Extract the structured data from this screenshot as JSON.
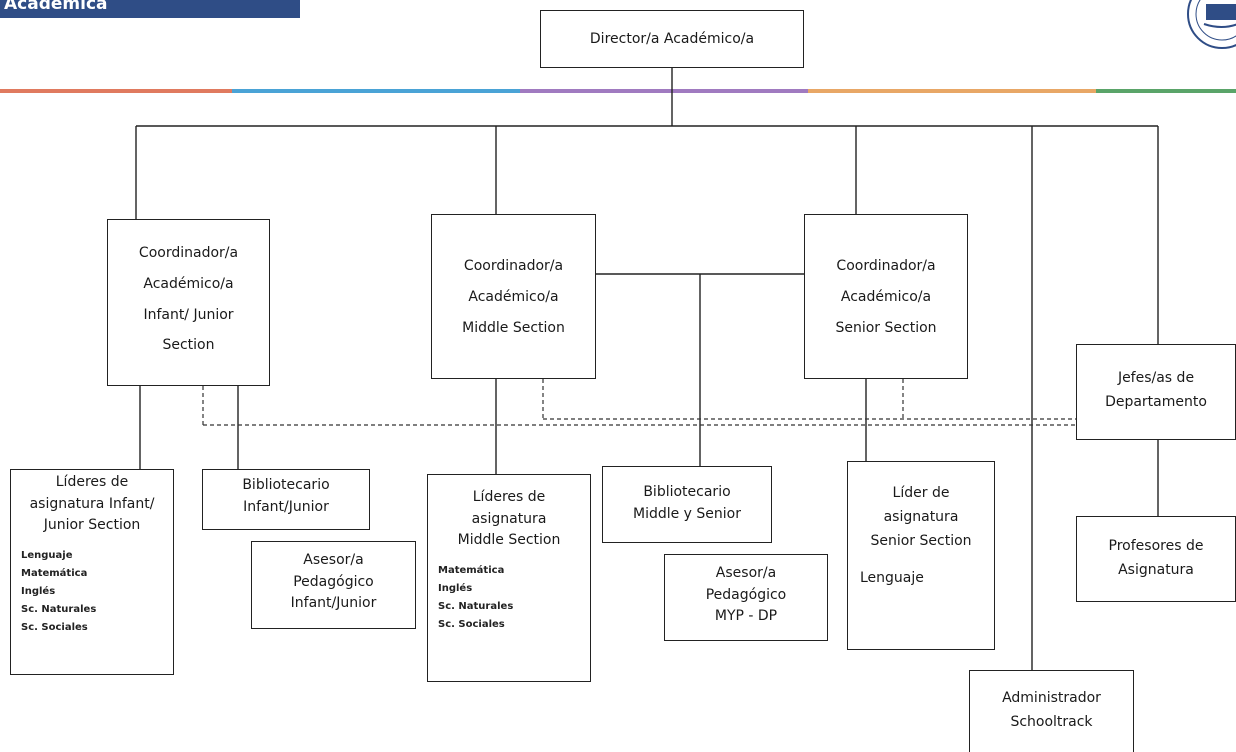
{
  "header": {
    "title": "Académica"
  },
  "colors": {
    "header_bg": "#2f4d86",
    "stripes": [
      "#e07a5f",
      "#4aa3d6",
      "#a07ac0",
      "#e8a766",
      "#5aa469"
    ]
  },
  "boxes": {
    "director": "Director/a Académico/a",
    "coord_infant": [
      "Coordinador/a",
      "Académico/a",
      "Infant/ Junior",
      "Section"
    ],
    "coord_middle": [
      "Coordinador/a",
      "Académico/a",
      "Middle Section"
    ],
    "coord_senior": [
      "Coordinador/a",
      "Académico/a",
      "Senior Section"
    ],
    "jefes": [
      "Jefes/as de",
      "Departamento"
    ],
    "lideres_infant": {
      "title": [
        "Líderes de",
        "asignatura Infant/",
        "Junior Section"
      ],
      "items": [
        "Lenguaje",
        "Matemática",
        "Inglés",
        "Sc. Naturales",
        "Sc. Sociales"
      ]
    },
    "biblio_infant": [
      "Bibliotecario",
      "Infant/Junior"
    ],
    "asesor_infant": [
      "Asesor/a",
      "Pedagógico",
      "Infant/Junior"
    ],
    "lideres_middle": {
      "title": [
        "Líderes de",
        "asignatura",
        "Middle Section"
      ],
      "items": [
        "Matemática",
        "Inglés",
        "Sc. Naturales",
        "Sc. Sociales"
      ]
    },
    "biblio_middle": [
      "Bibliotecario",
      "Middle y Senior"
    ],
    "asesor_myp": [
      "Asesor/a",
      "Pedagógico",
      "MYP - DP"
    ],
    "lider_senior": {
      "title": [
        "Líder de",
        "asignatura",
        "Senior Section"
      ],
      "items": [
        "Lenguaje"
      ]
    },
    "profesores": [
      "Profesores de",
      "Asignatura"
    ],
    "admin": [
      "Administrador",
      "Schooltrack"
    ]
  }
}
